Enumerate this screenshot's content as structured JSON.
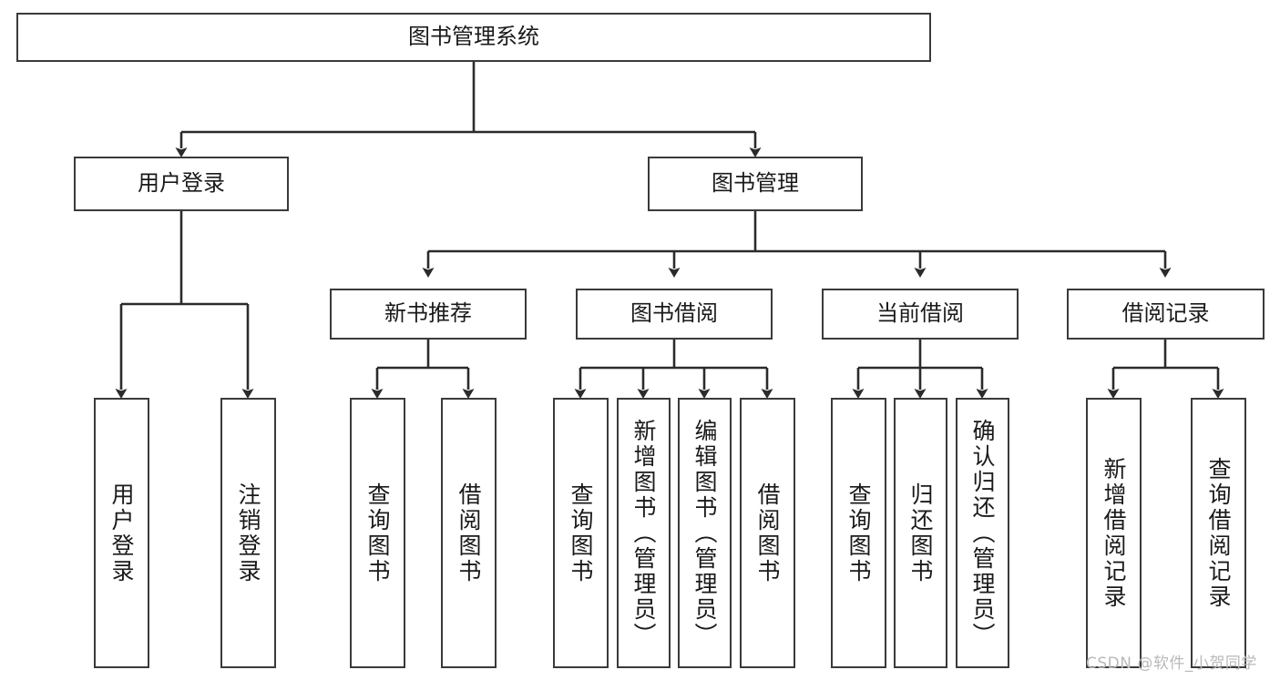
{
  "diagram": {
    "type": "tree",
    "title": "图书管理系统",
    "orientation": "top-down",
    "colors": {
      "box_border": "#3a3a3a",
      "box_fill": "#ffffff",
      "edge": "#2b2b2b",
      "text": "#1a1a1a",
      "watermark": "#b9b9b9",
      "background": "#ffffff"
    }
  },
  "nodes": {
    "root": {
      "label": "图书管理系统",
      "level": 1,
      "orientation": "horizontal"
    },
    "l2": [
      {
        "id": "user-login",
        "label": "用户登录",
        "level": 2,
        "orientation": "horizontal"
      },
      {
        "id": "book-manage",
        "label": "图书管理",
        "level": 2,
        "orientation": "horizontal"
      }
    ],
    "l3": [
      {
        "id": "new-book-rec",
        "label": "新书推荐",
        "level": 3,
        "orientation": "horizontal",
        "parent": "book-manage"
      },
      {
        "id": "book-borrow",
        "label": "图书借阅",
        "level": 3,
        "orientation": "horizontal",
        "parent": "book-manage"
      },
      {
        "id": "current-borrow",
        "label": "当前借阅",
        "level": 3,
        "orientation": "horizontal",
        "parent": "book-manage"
      },
      {
        "id": "borrow-record",
        "label": "借阅记录",
        "level": 3,
        "orientation": "horizontal",
        "parent": "book-manage"
      }
    ],
    "leaves": [
      {
        "id": "leaf-user-login",
        "label": "用户登录",
        "parent": "user-login",
        "orientation": "vertical"
      },
      {
        "id": "leaf-logout",
        "label": "注销登录",
        "parent": "user-login",
        "orientation": "vertical"
      },
      {
        "id": "leaf-query-book-1",
        "label": "查询图书",
        "parent": "new-book-rec",
        "orientation": "vertical"
      },
      {
        "id": "leaf-borrow-book-1",
        "label": "借阅图书",
        "parent": "new-book-rec",
        "orientation": "vertical"
      },
      {
        "id": "leaf-query-book-2",
        "label": "查询图书",
        "parent": "book-borrow",
        "orientation": "vertical"
      },
      {
        "id": "leaf-add-book",
        "label": "新增图书（管理员）",
        "parent": "book-borrow",
        "orientation": "vertical"
      },
      {
        "id": "leaf-edit-book",
        "label": "编辑图书（管理员）",
        "parent": "book-borrow",
        "orientation": "vertical"
      },
      {
        "id": "leaf-borrow-book-2",
        "label": "借阅图书",
        "parent": "book-borrow",
        "orientation": "vertical"
      },
      {
        "id": "leaf-query-book-3",
        "label": "查询图书",
        "parent": "current-borrow",
        "orientation": "vertical"
      },
      {
        "id": "leaf-return-book",
        "label": "归还图书",
        "parent": "current-borrow",
        "orientation": "vertical"
      },
      {
        "id": "leaf-confirm-return",
        "label": "确认归还（管理员）",
        "parent": "current-borrow",
        "orientation": "vertical"
      },
      {
        "id": "leaf-add-record",
        "label": "新增借阅记录",
        "parent": "borrow-record",
        "orientation": "vertical"
      },
      {
        "id": "leaf-query-record",
        "label": "查询借阅记录",
        "parent": "borrow-record",
        "orientation": "vertical"
      }
    ]
  },
  "watermark": {
    "text": "CSDN @软件_小贺同学"
  }
}
